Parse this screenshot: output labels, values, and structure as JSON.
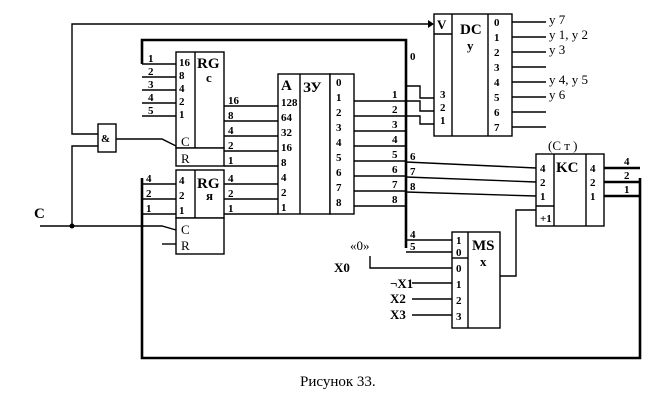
{
  "caption": "Рисунок 33.",
  "rgc": {
    "title": "RG",
    "sub": "c",
    "c": "C",
    "r": "R",
    "in_labels": [
      "1",
      "2",
      "3",
      "4",
      "5"
    ],
    "in_weights": [
      "16",
      "8",
      "4",
      "2",
      "1"
    ],
    "out_weights": [
      "16",
      "8",
      "4",
      "2",
      "1"
    ]
  },
  "rgya": {
    "title": "RG",
    "sub": "я",
    "c": "C",
    "r": "R",
    "in_labels": [
      "4",
      "2",
      "1"
    ],
    "in_weights": [
      "4",
      "2",
      "1"
    ],
    "out_weights": [
      "4",
      "2",
      "1"
    ]
  },
  "and_gate": {
    "label": "&"
  },
  "zu": {
    "a": "A",
    "title": "ЗУ",
    "addr": [
      "128",
      "64",
      "32",
      "16",
      "8",
      "4",
      "2",
      "1"
    ],
    "outs": [
      "0",
      "1",
      "2",
      "3",
      "4",
      "5",
      "6",
      "7",
      "8"
    ]
  },
  "dc": {
    "v": "V",
    "title": "DC",
    "sub": "y",
    "inputs": [
      "3",
      "2",
      "1"
    ],
    "outs": [
      "0",
      "1",
      "2",
      "3",
      "4",
      "5",
      "6",
      "7"
    ],
    "zero_label": "0",
    "in_bus_labels": [
      "1",
      "2",
      "3"
    ]
  },
  "y_outputs": [
    "y 7",
    "y 1, y 2",
    "y 3",
    "",
    "y 4, y 5",
    "y 6"
  ],
  "bus_labels": [
    "0",
    "1",
    "2",
    "3",
    "4",
    "5",
    "6",
    "7",
    "8"
  ],
  "ks": {
    "title": "KC",
    "label": "(C т )",
    "ins": [
      "4",
      "2",
      "1",
      "+1"
    ],
    "outs": [
      "4",
      "2",
      "1"
    ],
    "in_bus_labels": [
      "6",
      "7",
      "8"
    ],
    "out_labels": [
      "4",
      "2",
      "1"
    ]
  },
  "ms": {
    "title": "MS",
    "sub": "x",
    "addr": [
      "1",
      "0"
    ],
    "data": [
      "0",
      "1",
      "2",
      "3"
    ],
    "bus_labels": [
      "4",
      "5"
    ]
  },
  "ms_inputs": {
    "zero": "«0»",
    "x0": "X0",
    "x1": "¬X1",
    "x2": "X2",
    "x3": "X3"
  },
  "clock_label": "C"
}
